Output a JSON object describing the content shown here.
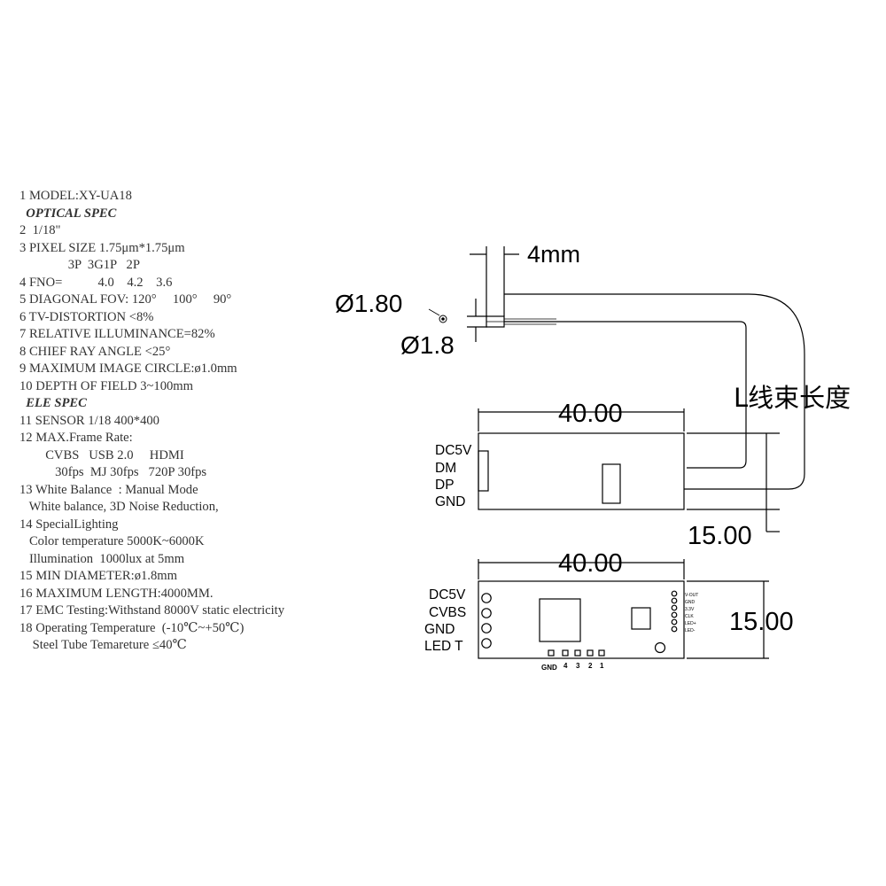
{
  "spec": [
    {
      "text": "1 MODEL:XY-UA18",
      "style": "normal"
    },
    {
      "text": "  OPTICAL SPEC",
      "style": "italic"
    },
    {
      "text": "2  1/18\"",
      "style": "normal"
    },
    {
      "text": "3 PIXEL SIZE 1.75μm*1.75μm",
      "style": "normal"
    },
    {
      "text": "               3P  3G1P   2P",
      "style": "normal"
    },
    {
      "text": "4 FNO=           4.0    4.2    3.6",
      "style": "normal"
    },
    {
      "text": "5 DIAGONAL FOV: 120°     100°     90°",
      "style": "normal"
    },
    {
      "text": "6 TV-DISTORTION <8%",
      "style": "normal"
    },
    {
      "text": "7 RELATIVE ILLUMINANCE=82%",
      "style": "normal"
    },
    {
      "text": "8 CHIEF RAY ANGLE <25°",
      "style": "normal"
    },
    {
      "text": "9 MAXIMUM IMAGE CIRCLE:ø1.0mm",
      "style": "normal"
    },
    {
      "text": "10 DEPTH OF FIELD 3~100mm",
      "style": "normal"
    },
    {
      "text": "  ELE SPEC",
      "style": "italic"
    },
    {
      "text": "11 SENSOR 1/18 400*400",
      "style": "normal"
    },
    {
      "text": "12 MAX.Frame Rate:",
      "style": "normal"
    },
    {
      "text": "        CVBS   USB 2.0     HDMI",
      "style": "normal"
    },
    {
      "text": "           30fps  MJ 30fps   720P 30fps",
      "style": "normal"
    },
    {
      "text": "13 White Balance  : Manual Mode",
      "style": "normal"
    },
    {
      "text": "   White balance, 3D Noise Reduction,",
      "style": "normal"
    },
    {
      "text": "14 SpecialLighting",
      "style": "normal"
    },
    {
      "text": "   Color temperature 5000K~6000K",
      "style": "normal"
    },
    {
      "text": "   Illumination  1000lux at 5mm",
      "style": "normal"
    },
    {
      "text": "15 MIN DIAMETER:ø1.8mm",
      "style": "normal"
    },
    {
      "text": "16 MAXIMUM LENGTH:4000MM.",
      "style": "normal"
    },
    {
      "text": "17 EMC Testing:Withstand 8000V static electricity",
      "style": "normal"
    },
    {
      "text": "18 Operating Temperature  (-10℃~+50℃)",
      "style": "normal"
    },
    {
      "text": "    Steel Tube Temareture ≤40℃",
      "style": "normal"
    }
  ],
  "drawing": {
    "lens_length": "4mm",
    "tip_diameter": "Ø1.80",
    "tube_diameter": "Ø1.8",
    "cable_length_label": "L线束长度",
    "board_top": {
      "width": "40.00",
      "height": "15.00",
      "pins": [
        "DC5V",
        "DM",
        "DP",
        "GND"
      ]
    },
    "board_bottom": {
      "width": "40.00",
      "height": "15.00",
      "pins": [
        "DC5V",
        "CVBS",
        "GND",
        "LED T"
      ],
      "bottom_pins": [
        "GND",
        "4",
        "3",
        "2",
        "1"
      ],
      "side_pins": [
        "V-OUT",
        "GND",
        "3.3V",
        "CLK",
        "LED+",
        "LED-"
      ]
    }
  }
}
